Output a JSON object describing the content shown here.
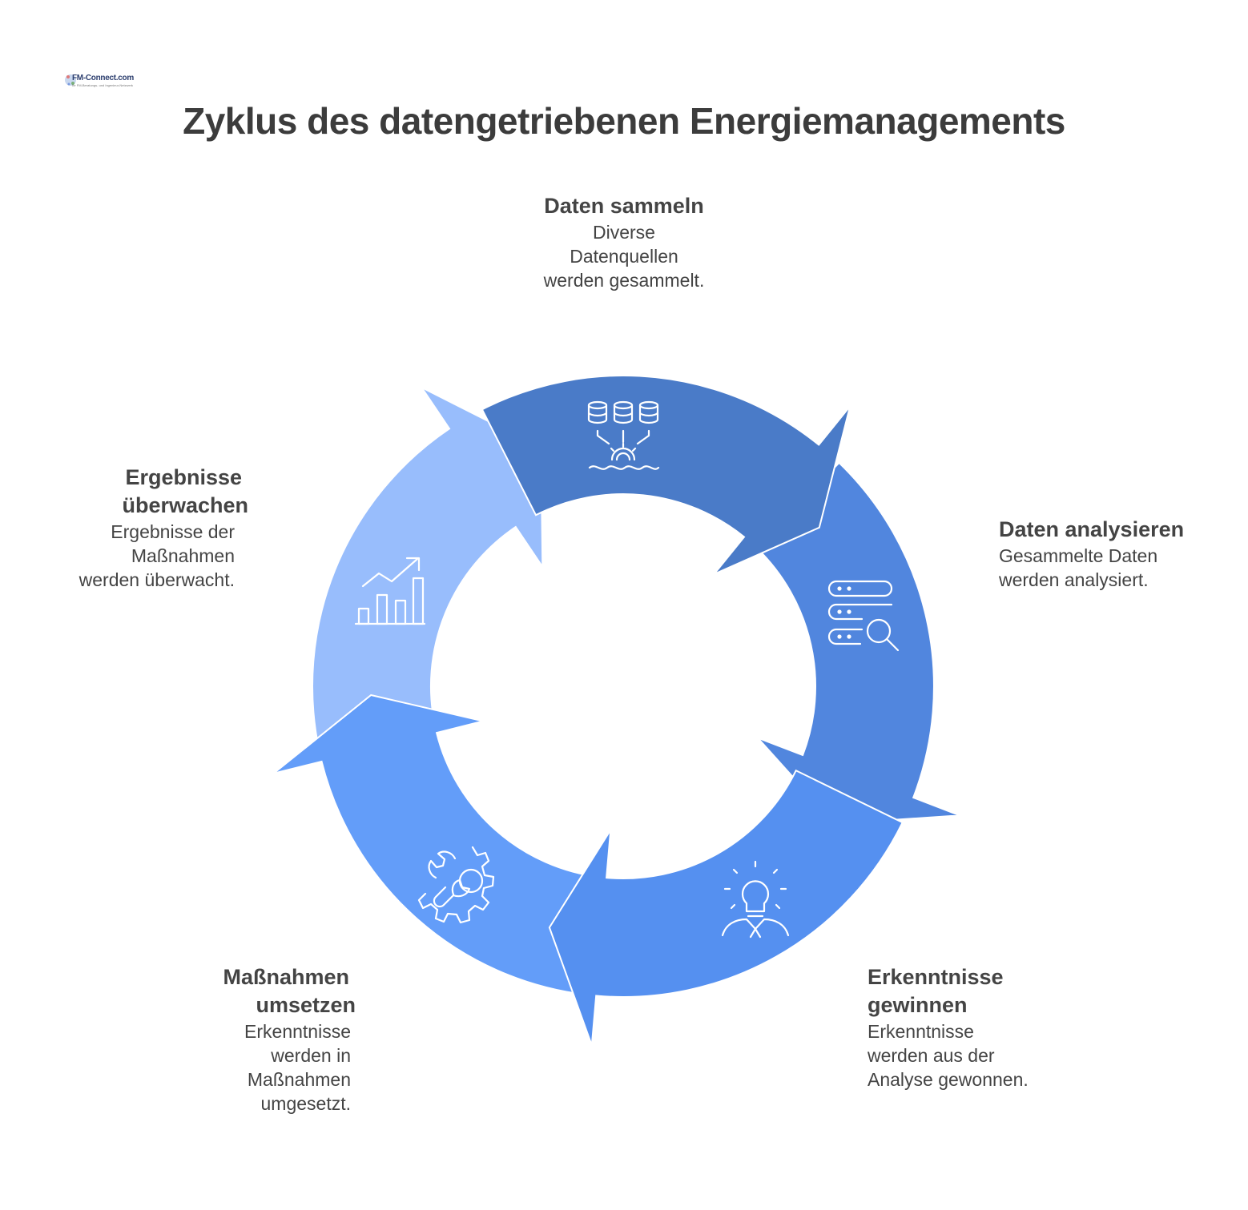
{
  "logo": {
    "name": "FM-Connect.com",
    "tagline": "Ihr FM-Beratungs- und Ingenieur-Netzwerk"
  },
  "title": "Zyklus des datengetriebenen Energiemanagements",
  "steps": [
    {
      "title_lines": [
        "Daten sammeln"
      ],
      "desc_lines": [
        "Diverse",
        "Datenquellen",
        "werden gesammelt."
      ],
      "color": "#4a7bc8",
      "icon": "database-gear-icon"
    },
    {
      "title_lines": [
        "Daten analysieren"
      ],
      "desc_lines": [
        "Gesammelte Daten",
        "werden analysiert."
      ],
      "color": "#5186de",
      "icon": "server-search-icon"
    },
    {
      "title_lines": [
        "Erkenntnisse",
        "gewinnen"
      ],
      "desc_lines": [
        "Erkenntnisse",
        "werden aus der",
        "Analyse gewonnen."
      ],
      "color": "#5590f0",
      "icon": "lightbulb-person-icon"
    },
    {
      "title_lines": [
        "Maßnahmen",
        "umsetzen"
      ],
      "desc_lines": [
        "Erkenntnisse",
        "werden in",
        "Maßnahmen",
        "umgesetzt."
      ],
      "color": "#639df9",
      "icon": "gear-wrench-icon"
    },
    {
      "title_lines": [
        "Ergebnisse",
        "überwachen"
      ],
      "desc_lines": [
        "Ergebnisse der",
        "Maßnahmen",
        "werden überwacht."
      ],
      "color": "#98bdfc",
      "icon": "bar-chart-trend-icon"
    }
  ]
}
